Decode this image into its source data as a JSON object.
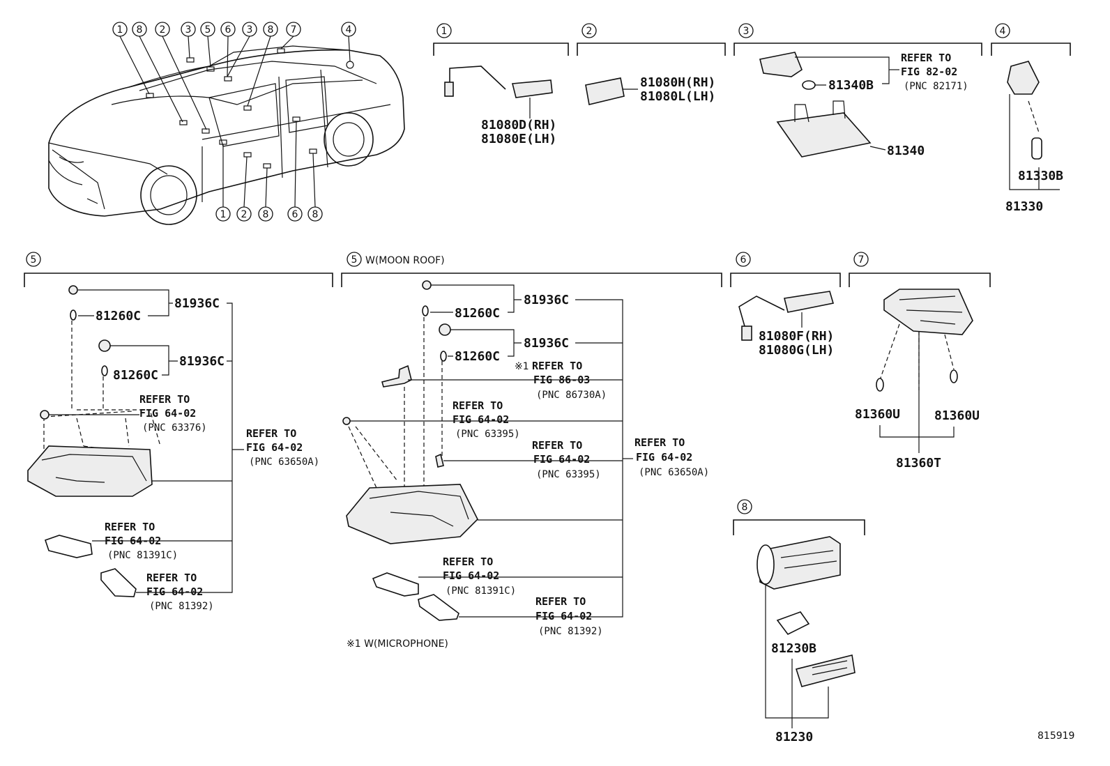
{
  "callouts": [
    "1",
    "2",
    "3",
    "4",
    "5",
    "6",
    "7",
    "8"
  ],
  "car_top_callouts": [
    "1",
    "8",
    "2",
    "3",
    "5",
    "6",
    "3",
    "8",
    "7",
    "4"
  ],
  "car_bottom_callouts": [
    "1",
    "2",
    "8",
    "6",
    "8"
  ],
  "s1": {
    "pn_a": "81080D(RH)",
    "pn_b": "81080E(LH)"
  },
  "s2": {
    "pn_a": "81080H(RH)",
    "pn_b": "81080L(LH)"
  },
  "s3": {
    "bulb": "81340B",
    "lamp": "81340",
    "ref1": "REFER TO",
    "ref2": "FIG 82-02",
    "ref3": "(PNC 82171)"
  },
  "s4": {
    "bulb": "81330B",
    "assy": "81330"
  },
  "s5a": {
    "p1": "81936C",
    "p2": "81260C",
    "p3": "81936C",
    "p4": "81260C",
    "r1": [
      "REFER TO",
      "FIG 64-02",
      "(PNC 63376)"
    ],
    "r2": [
      "REFER TO",
      "FIG 64-02",
      "(PNC 63650A)"
    ],
    "r3": [
      "REFER TO",
      "FIG 64-02",
      "(PNC 81391C)"
    ],
    "r4": [
      "REFER TO",
      "FIG 64-02",
      "(PNC 81392)"
    ]
  },
  "s5b": {
    "title": "W(MOON ROOF)",
    "p1": "81936C",
    "p2": "81260C",
    "p3": "81936C",
    "p4": "81260C",
    "mark": "※1",
    "r1": [
      "REFER TO",
      "FIG 86-03",
      "(PNC 86730A)"
    ],
    "r2": [
      "REFER TO",
      "FIG 64-02",
      "(PNC 63395)"
    ],
    "r3": [
      "REFER TO",
      "FIG 64-02",
      "(PNC 63395)"
    ],
    "r4": [
      "REFER TO",
      "FIG 64-02",
      "(PNC 63650A)"
    ],
    "r5": [
      "REFER TO",
      "FIG 64-02",
      "(PNC 81391C)"
    ],
    "r6": [
      "REFER TO",
      "FIG 64-02",
      "(PNC 81392)"
    ],
    "footnote": "※1 W(MICROPHONE)"
  },
  "s6": {
    "pn_a": "81080F(RH)",
    "pn_b": "81080G(LH)"
  },
  "s7": {
    "bulb_l": "81360U",
    "bulb_r": "81360U",
    "assy": "81360T"
  },
  "s8": {
    "bulb": "81230B",
    "assy": "81230"
  },
  "figure_id": "815919"
}
